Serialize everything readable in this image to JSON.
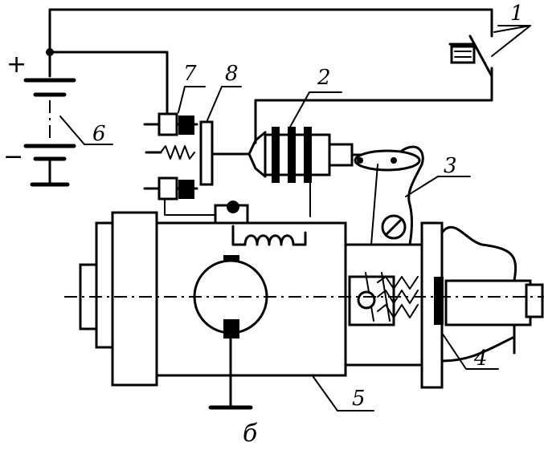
{
  "diagram": {
    "caption": "б",
    "battery": {
      "plus": "+",
      "minus": "−"
    },
    "labels": [
      {
        "id": "1",
        "text": "1"
      },
      {
        "id": "2",
        "text": "2"
      },
      {
        "id": "3",
        "text": "3"
      },
      {
        "id": "4",
        "text": "4"
      },
      {
        "id": "5",
        "text": "5"
      },
      {
        "id": "6",
        "text": "6"
      },
      {
        "id": "7",
        "text": "7"
      },
      {
        "id": "8",
        "text": "8"
      }
    ]
  }
}
